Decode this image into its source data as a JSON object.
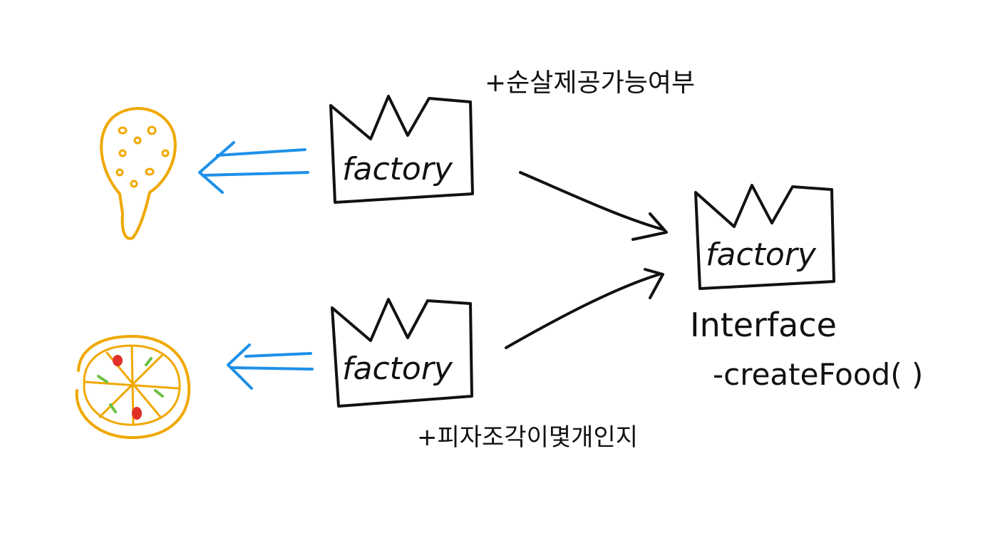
{
  "colors": {
    "ink": "#111111",
    "arrow_blue": "#1e90e8",
    "food_orange": "#f0a800",
    "topping_red": "#e03028",
    "topping_green": "#6cc040",
    "background": "#ffffff"
  },
  "factories": {
    "top": {
      "label": "factory",
      "note": "+순살제공가능여부"
    },
    "bottom": {
      "label": "factory",
      "note": "+피자조각이몇개인지"
    },
    "interface": {
      "label": "factory",
      "caption": "Interface",
      "method": "-createFood( )"
    }
  },
  "icons": {
    "chicken": "chicken-drumstick-icon",
    "pizza": "pizza-icon",
    "factory": "factory-icon"
  }
}
